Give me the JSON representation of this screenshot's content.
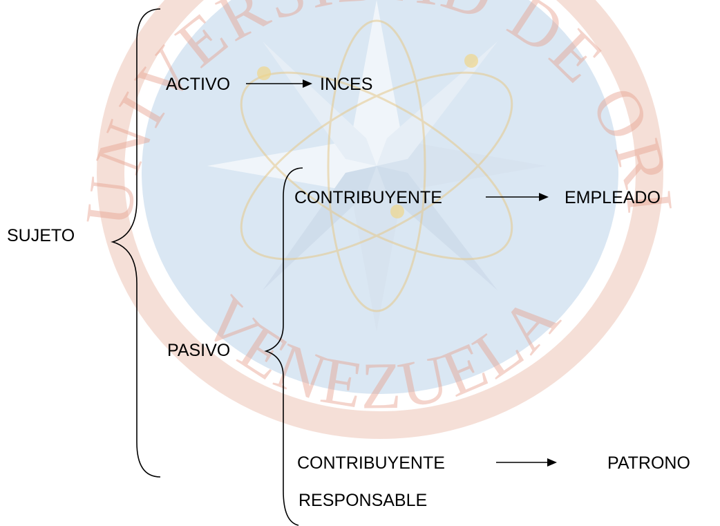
{
  "diagram": {
    "root": "SUJETO",
    "activo": {
      "label": "ACTIVO",
      "target": "INCES"
    },
    "pasivo": {
      "label": "PASIVO",
      "contribuyente_1": {
        "label": "CONTRIBUYENTE",
        "target": "EMPLEADO"
      },
      "contribuyente_2": {
        "label_line1": "CONTRIBUYENTE",
        "label_line2": "RESPONSABLE",
        "target": "PATRONO"
      }
    }
  },
  "watermark": {
    "text_top": "UNIVERSIDAD DE ORIENTE",
    "text_bottom": "VENEZUELA",
    "disc_color": "#bcd3ea",
    "text_color": "#e7a28f"
  }
}
